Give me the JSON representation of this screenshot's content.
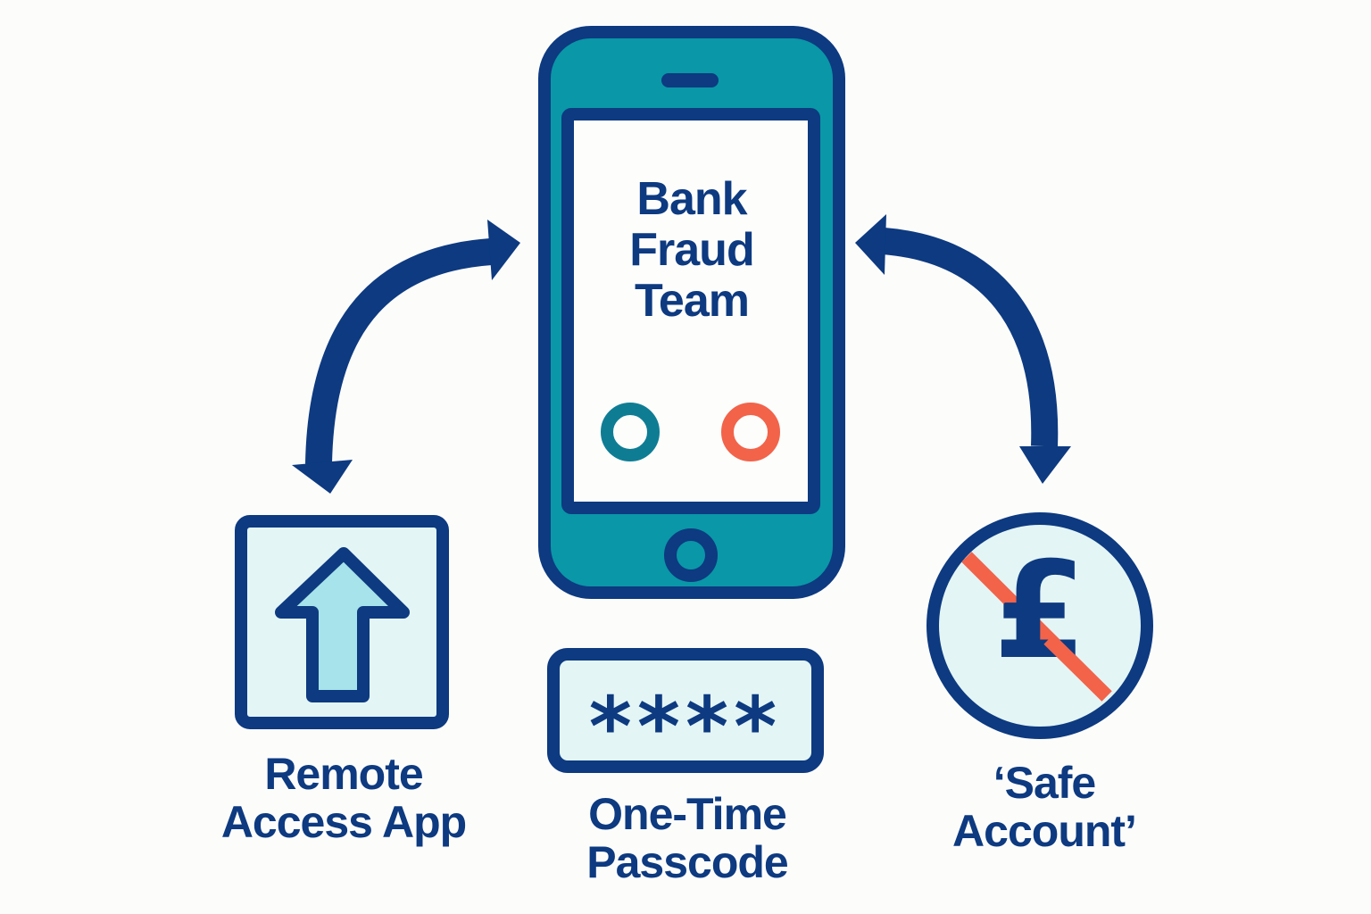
{
  "diagram": {
    "title": "Bank Fraud Scam Flow",
    "colors": {
      "navy": "#0d3a80",
      "teal": "#0a97a8",
      "light_fill": "#e3f5f5",
      "arrow_fill": "#a6e3ea",
      "decline_red": "#f2634a",
      "accept_teal": "#0e7d94"
    },
    "phone": {
      "screen_lines": [
        "Bank",
        "Fraud",
        "Team"
      ],
      "buttons": [
        {
          "name": "accept-call",
          "color": "#0e7d94"
        },
        {
          "name": "decline-call",
          "color": "#f2634a"
        }
      ]
    },
    "nodes": {
      "remote_access": {
        "icon": "upload-arrow-icon",
        "label_lines": [
          "Remote",
          "Access App"
        ]
      },
      "otp": {
        "icon": "password-mask-icon",
        "mask": "****",
        "label_lines": [
          "One-Time",
          "Passcode"
        ]
      },
      "safe_account": {
        "icon": "no-pound-icon",
        "symbol": "£",
        "label_lines": [
          "‘Safe",
          "Account’"
        ]
      }
    },
    "connectors": [
      {
        "from": "phone",
        "to": "remote_access",
        "style": "double-headed curved arrow"
      },
      {
        "from": "phone",
        "to": "safe_account",
        "style": "double-headed curved arrow"
      }
    ]
  }
}
